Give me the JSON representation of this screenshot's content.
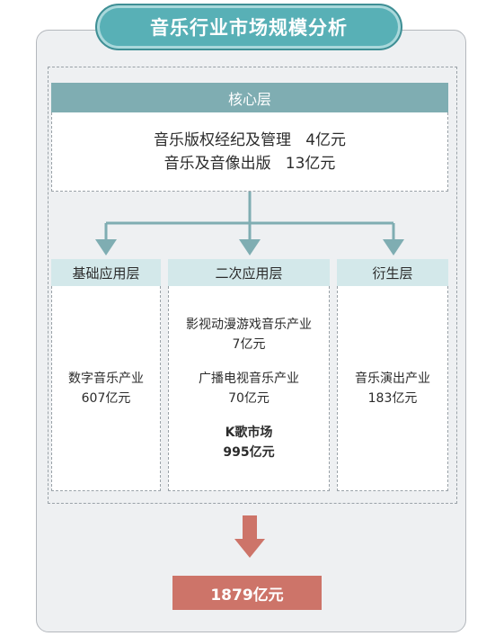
{
  "title": "音乐行业市场规模分析",
  "core": {
    "header": "核心层",
    "lines": [
      "音乐版权经纪及管理   4亿元",
      "音乐及音像出版   13亿元"
    ]
  },
  "columns": [
    {
      "header": "基础应用层",
      "items": [
        {
          "name": "数字音乐产业",
          "value": "607亿元",
          "bold": false
        }
      ]
    },
    {
      "header": "二次应用层",
      "items": [
        {
          "name": "影视动漫游戏音乐产业",
          "value": "7亿元",
          "bold": false
        },
        {
          "name": "广播电视音乐产业",
          "value": "70亿元",
          "bold": false
        },
        {
          "name": "K歌市场",
          "value": "995亿元",
          "bold": true
        }
      ]
    },
    {
      "header": "衍生层",
      "items": [
        {
          "name": "音乐演出产业",
          "value": "183亿元",
          "bold": false
        }
      ]
    }
  ],
  "total": "1879亿元",
  "colors": {
    "title_fill": "#58b0b6",
    "core_header": "#7fadb2",
    "column_header": "#d3e8ea",
    "arrow_teal": "#7fadb2",
    "arrow_total": "#cd7469",
    "total_fill": "#cd7469"
  }
}
